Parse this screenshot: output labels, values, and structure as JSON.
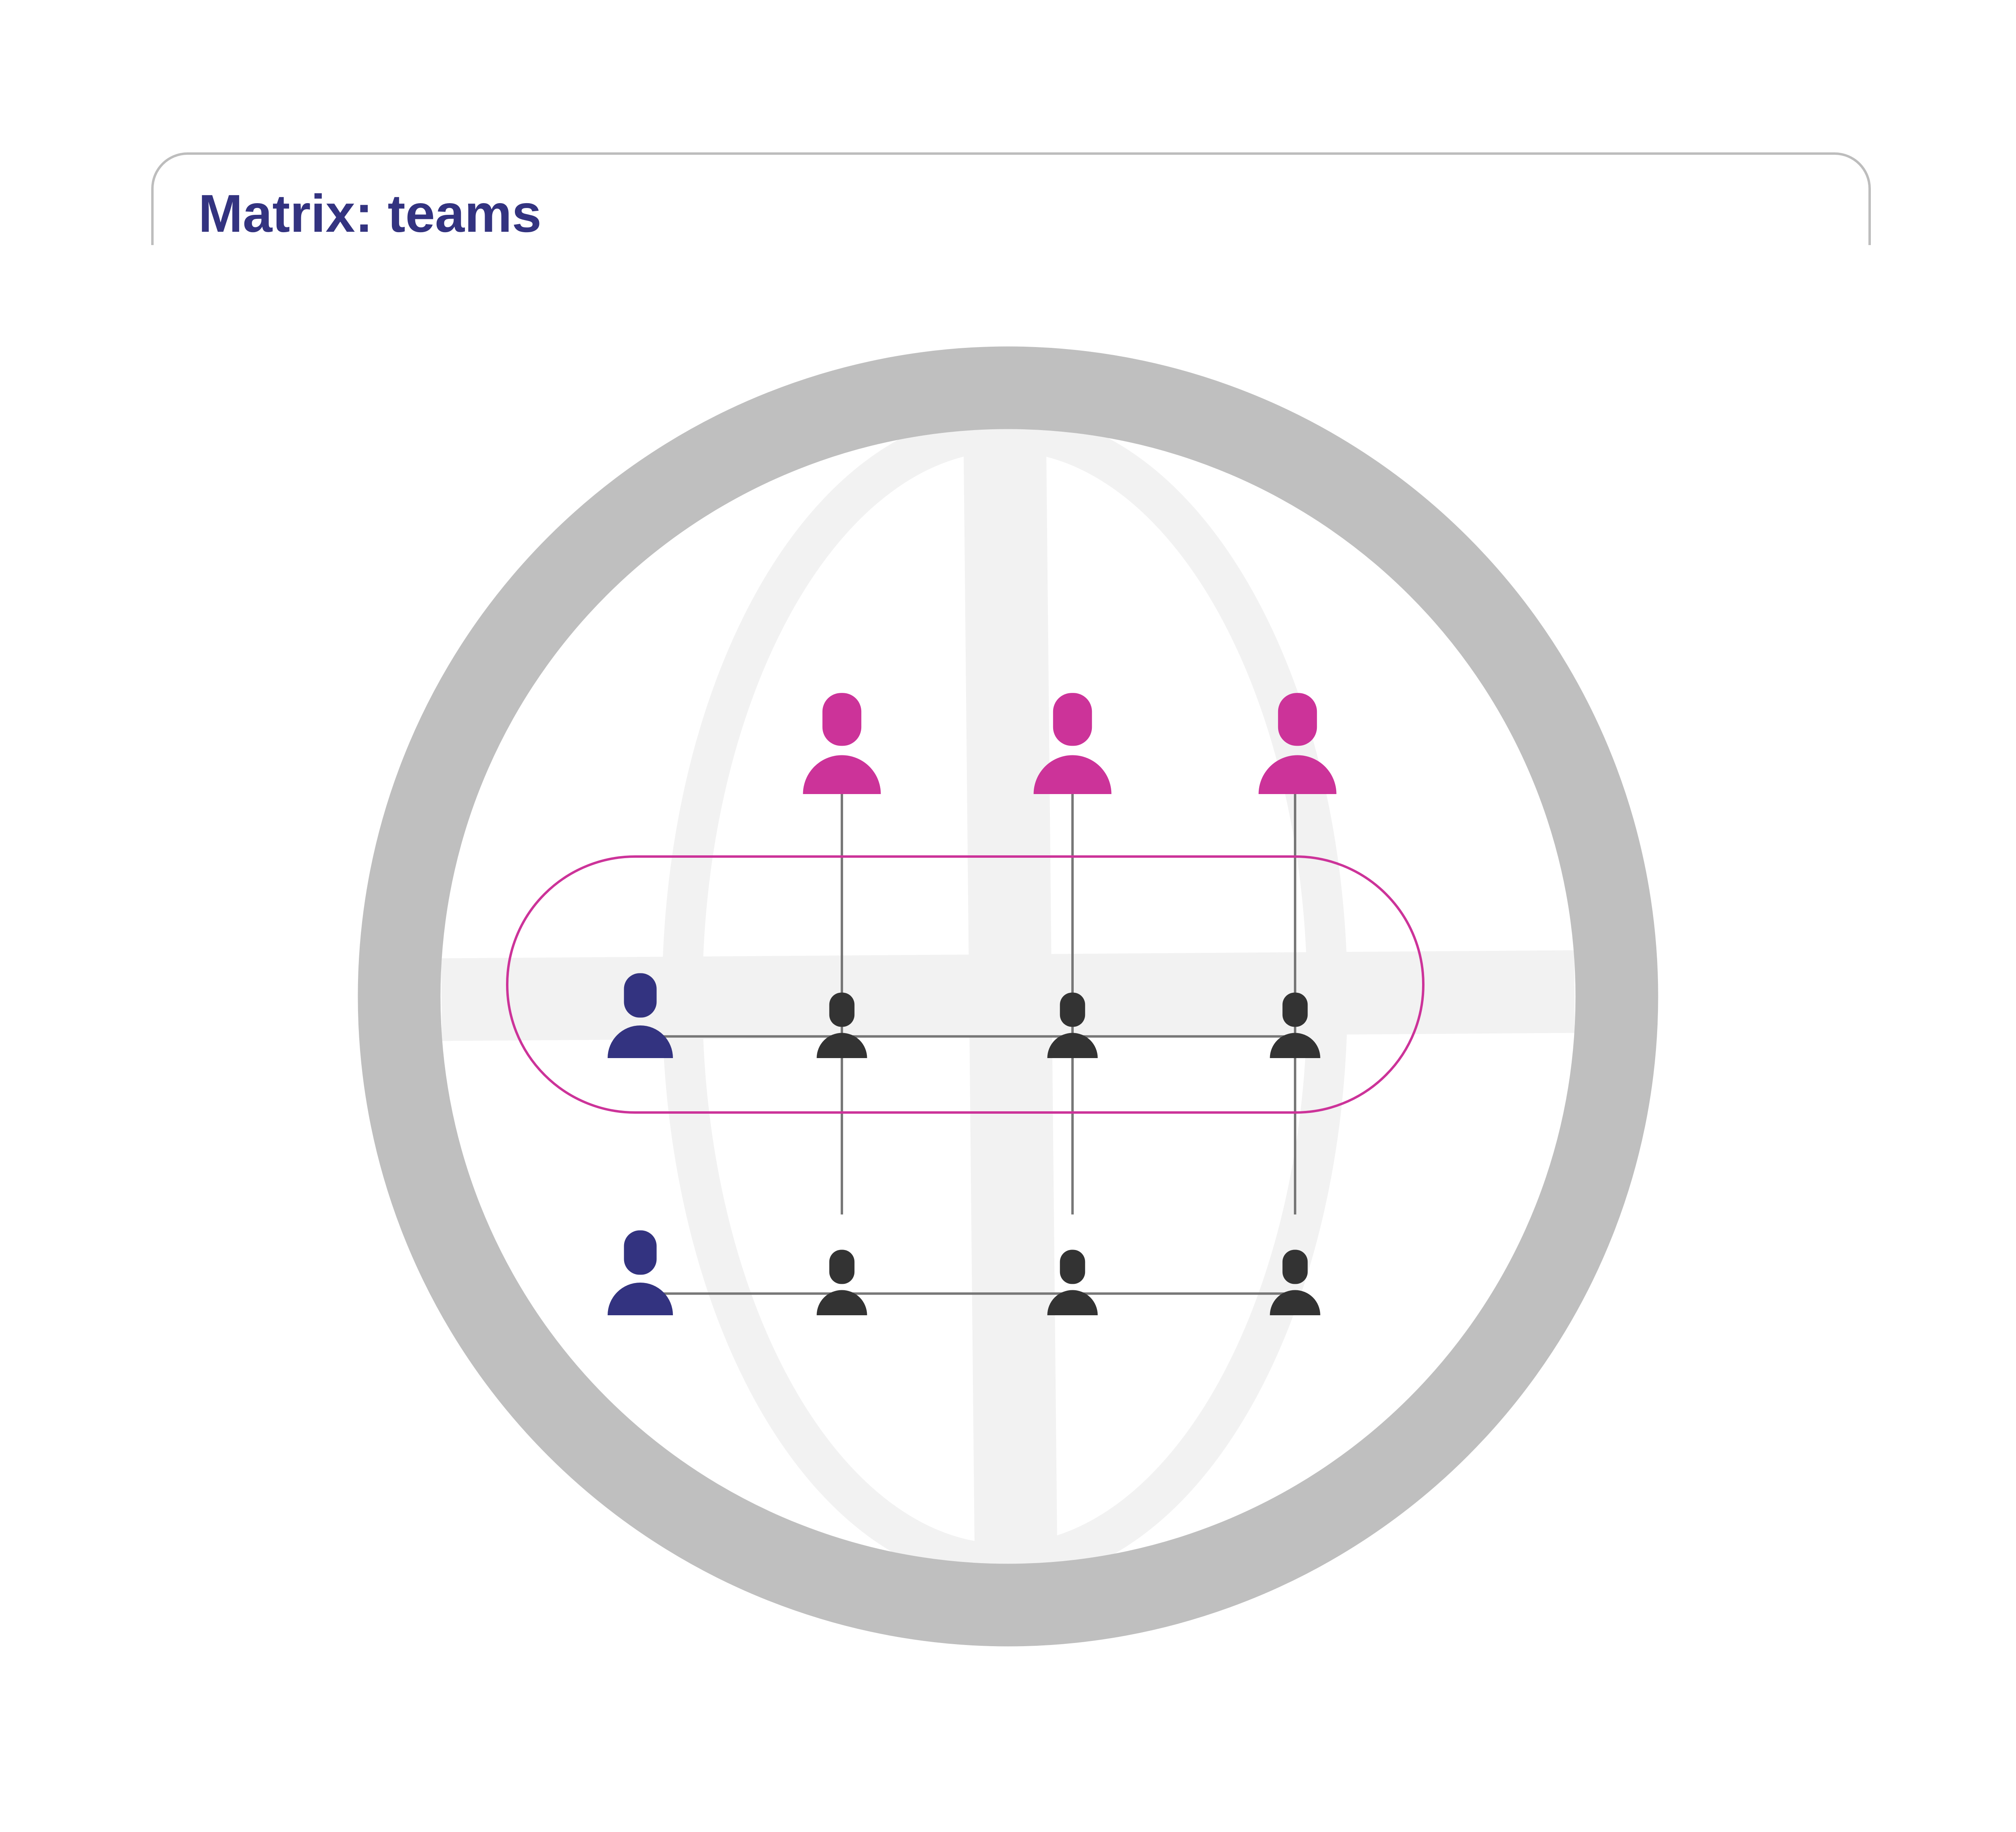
{
  "title": "Matrix: teams",
  "colors": {
    "title": "#333380",
    "frame": "#bdbdbd",
    "globe_ring": "#bfbfbf",
    "globe_grid": "#f2f2f2",
    "function_head": "#cc3399",
    "project_lead": "#333380",
    "member": "#333333",
    "connector": "#777777",
    "highlight": "#cc3399"
  },
  "icons": {
    "function_heads": "person-icon",
    "project_leads": "person-icon",
    "members": "person-icon",
    "globe": "globe-icon"
  },
  "diagram": {
    "columns": 3,
    "rows": 2,
    "highlighted_row": 1
  }
}
